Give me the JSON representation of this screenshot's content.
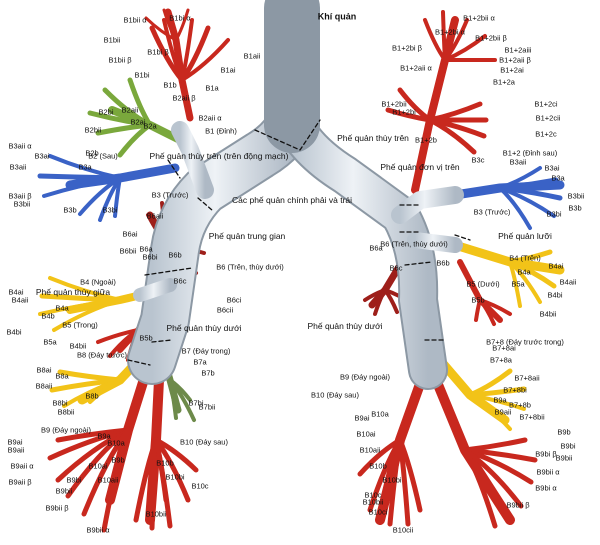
{
  "title": "Khí quản",
  "colors": {
    "trachea": "#dde5ec",
    "trachea_stroke": "#8c98a4",
    "red": "#c8281e",
    "yellow": "#f2c318",
    "green": "#7aa83c",
    "blue": "#3a62c6",
    "darkred": "#9e1f1a",
    "olive": "#6d8a4a"
  },
  "annotations": [
    "Khí quản",
    "Các phế quản chính phải và trái",
    "Phế quản trung gian",
    "Phế quản thùy trên",
    "Phế quản đơn vị trên",
    "Phế quản thùy giữa",
    "Phế quản thùy dưới",
    "Phế quản thùy dưới",
    "Phế quản thùy trên (trên động mạch)",
    "Phế quản lưỡi"
  ],
  "segment_labels": {
    "right": [
      "B1bii α",
      "B1bi α",
      "B1bii",
      "B1bi β",
      "B1bii β",
      "B1aii",
      "B1bi",
      "B1ai",
      "B1b",
      "B1a",
      "B2bi",
      "B2aii β",
      "B2aii",
      "B2aii α",
      "B2bii",
      "B2ai",
      "B2a",
      "B2b",
      "B1 (Đỉnh)",
      "B3aii α",
      "B3ai",
      "B2 (Sau)",
      "B3aii",
      "B3aii β",
      "B3a",
      "B3bii",
      "B3b",
      "B3bi",
      "B3 (Trước)",
      "B6aii",
      "B6ai",
      "B6bii",
      "B6a",
      "B6bi",
      "B6b",
      "B6 (Trên, thùy dưới)",
      "B6c",
      "B6ci",
      "B6cii",
      "B4 (Ngoài)",
      "B4ai",
      "B4aii",
      "B4b",
      "B4a",
      "B4bi",
      "B5 (Trong)",
      "B5a",
      "B5b",
      "B4bii",
      "B7 (Đáy trong)",
      "B7a",
      "B7b",
      "B7bi",
      "B7bii",
      "B8 (Đáy trước)",
      "B8ai",
      "B8a",
      "B8aii",
      "B8b",
      "B8bi",
      "B8bii",
      "B9 (Đáy ngoài)",
      "B9ai",
      "B9aii",
      "B9a",
      "B9b",
      "B9bi",
      "B9bii",
      "B10 (Đáy sau)",
      "B10a",
      "B10ai",
      "B10aii",
      "B10b",
      "B10bi",
      "B10bii",
      "B10c",
      "B9aii α",
      "B9aii β",
      "B9bii β",
      "B9bii α"
    ],
    "left": [
      "B1+2bii α",
      "B1+2bi α",
      "B1+2bii β",
      "B1+2bi β",
      "B1+2aiii",
      "B1+2aii β",
      "B1+2ai",
      "B1+2aii α",
      "B1+2a",
      "B1+2bii",
      "B1+2ci",
      "B1+2bi",
      "B1+2cii",
      "B1+2b",
      "B1+2c",
      "B1+2 (Đỉnh sau)",
      "B3aii",
      "B3c",
      "B3ai",
      "B3a",
      "B3bii",
      "B3b",
      "B3bi",
      "B3 (Trước)",
      "B6 (Trên, thùy dưới)",
      "B6a",
      "B6c",
      "B6b",
      "B4 (Trên)",
      "B4ai",
      "B4a",
      "B4aii",
      "B4bi",
      "B5 (Dưới)",
      "B5a",
      "B5b",
      "B4bii",
      "B7+8 (Đáy trước trong)",
      "B7+8ai",
      "B7+8a",
      "B7+8aii",
      "B7+8bi",
      "B7+8b",
      "B7+8bii",
      "B9 (Đáy ngoài)",
      "B10 (Đáy sau)",
      "B9ai",
      "B9a",
      "B9aii",
      "B9b",
      "B9bi",
      "B9bii",
      "B10a",
      "B10ai",
      "B10aii",
      "B10b",
      "B10bi",
      "B10bii",
      "B10c",
      "B10ci",
      "B10cii",
      "B9bi β",
      "B9bii α",
      "B9bi α",
      "B9bii β"
    ]
  }
}
